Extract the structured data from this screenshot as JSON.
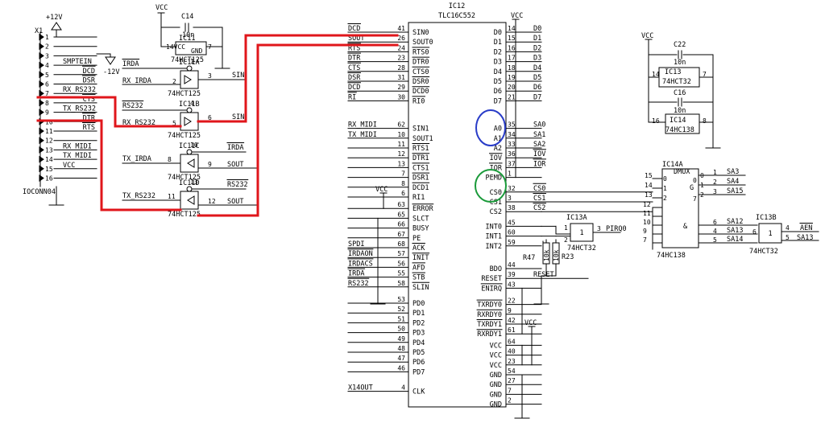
{
  "colors": {
    "ink": "#000000",
    "wire_red": "#e0161b",
    "ring_blue": "#2a3dc8",
    "ring_green": "#1a9a3a",
    "bg": "#ffffff"
  },
  "power": {
    "vcc": "VCC",
    "p12": "+12V",
    "m12": "-12V"
  },
  "connector": {
    "ref": "X1",
    "part": "IOCONN04",
    "pins": [
      {
        "n": "1",
        "sig": "",
        "ov": false
      },
      {
        "n": "2",
        "sig": "",
        "ov": false
      },
      {
        "n": "3",
        "sig": "",
        "ov": false
      },
      {
        "n": "4",
        "sig": "SMPTEIN",
        "ov": false
      },
      {
        "n": "5",
        "sig": "DCD",
        "ov": true
      },
      {
        "n": "6",
        "sig": "DSR",
        "ov": true
      },
      {
        "n": "7",
        "sig": "RX_RS232",
        "ov": false
      },
      {
        "n": "8",
        "sig": "CTS",
        "ov": true
      },
      {
        "n": "9",
        "sig": "TX_RS232",
        "ov": false
      },
      {
        "n": "10",
        "sig": "DTR",
        "ov": true
      },
      {
        "n": "11",
        "sig": "RTS",
        "ov": true
      },
      {
        "n": "12",
        "sig": "",
        "ov": false
      },
      {
        "n": "13",
        "sig": "RX_MIDI",
        "ov": false
      },
      {
        "n": "14",
        "sig": "TX_MIDI",
        "ov": false
      },
      {
        "n": "15",
        "sig": "VCC",
        "ov": false
      },
      {
        "n": "16",
        "sig": "",
        "ov": false
      }
    ]
  },
  "c14": {
    "ref": "C14",
    "val": "10n"
  },
  "ic11": {
    "ref": "IC11",
    "pin14": "14VCC",
    "gnd": "GND",
    "pin7": "7",
    "part": "74HCT125"
  },
  "buffers": [
    {
      "ref": "IC11A",
      "part": "74HCT125",
      "in_net": "IRDA",
      "in_ov": true,
      "in2_net": "RX_IRDA",
      "in2_ov": false,
      "out_net": "SIN",
      "out_ov": false,
      "ena_pin": "1",
      "in_pin": "2",
      "out_pin": "3",
      "dir": "right"
    },
    {
      "ref": "IC11B",
      "part": "74HCT125",
      "in_net": "RS232",
      "in_ov": true,
      "in2_net": "RX_RS232",
      "in2_ov": false,
      "out_net": "SIN",
      "out_ov": false,
      "ena_pin": "4",
      "in_pin": "5",
      "out_pin": "6",
      "dir": "right"
    },
    {
      "ref": "IC11C",
      "part": "74HCT125",
      "in_net": "TX_IRDA",
      "in_ov": false,
      "in2_net": "IRDA",
      "in2_ov": true,
      "out_net": "SOUT",
      "out_ov": false,
      "ena_pin": "10",
      "in_pin": "8",
      "out_pin": "9",
      "dir": "left"
    },
    {
      "ref": "IC11D",
      "part": "74HCT125",
      "in_net": "TX_RS232",
      "in_ov": false,
      "in2_net": "RS232",
      "in2_ov": true,
      "out_net": "SOUT",
      "out_ov": false,
      "ena_pin": "13",
      "in_pin": "11",
      "out_pin": "12",
      "dir": "left"
    }
  ],
  "ic12": {
    "ref": "IC12",
    "part": "TLC16C552",
    "left": [
      {
        "net": "DCD",
        "nov": true,
        "pin": "41",
        "name": "SIN0",
        "pov": false
      },
      {
        "net": "SOUT",
        "nov": false,
        "pin": "26",
        "name": "SOUT0",
        "pov": false
      },
      {
        "net": "RTS",
        "nov": true,
        "pin": "24",
        "name": "RTS0",
        "pov": true
      },
      {
        "net": "DTR",
        "nov": true,
        "pin": "23",
        "name": "DTR0",
        "pov": true
      },
      {
        "net": "CTS",
        "nov": true,
        "pin": "28",
        "name": "CTS0",
        "pov": true
      },
      {
        "net": "DSR",
        "nov": true,
        "pin": "31",
        "name": "DSR0",
        "pov": true
      },
      {
        "net": "DCD",
        "nov": true,
        "pin": "29",
        "name": "DCD0",
        "pov": true
      },
      {
        "net": "RI",
        "nov": true,
        "pin": "30",
        "name": "RI0",
        "pov": true
      },
      {
        "net": "RX_MIDI",
        "nov": false,
        "pin": "62",
        "name": "SIN1",
        "pov": false
      },
      {
        "net": "TX_MIDI",
        "nov": false,
        "pin": "10",
        "name": "SOUT1",
        "pov": false
      },
      {
        "net": "",
        "nov": false,
        "pin": "11",
        "name": "RTS1",
        "pov": true
      },
      {
        "net": "",
        "nov": false,
        "pin": "12",
        "name": "DTR1",
        "pov": true
      },
      {
        "net": "",
        "nov": false,
        "pin": "13",
        "name": "CTS1",
        "pov": true
      },
      {
        "net": "",
        "nov": false,
        "pin": "7",
        "name": "DSR1",
        "pov": true
      },
      {
        "net": "",
        "nov": false,
        "pin": "8",
        "name": "DCD1",
        "pov": true
      },
      {
        "net": "",
        "nov": false,
        "pin": "6",
        "name": "RI1",
        "pov": false
      },
      {
        "net": "",
        "nov": false,
        "pin": "63",
        "name": "ERROR",
        "pov": true
      },
      {
        "net": "",
        "nov": false,
        "pin": "65",
        "name": "SLCT",
        "pov": false
      },
      {
        "net": "",
        "nov": false,
        "pin": "66",
        "name": "BUSY",
        "pov": false
      },
      {
        "net": "",
        "nov": false,
        "pin": "67",
        "name": "PE",
        "pov": false
      },
      {
        "net": "SPDI",
        "nov": false,
        "pin": "68",
        "name": "ACK",
        "pov": true
      },
      {
        "net": "IRDAON",
        "nov": true,
        "pin": "57",
        "name": "INIT",
        "pov": true
      },
      {
        "net": "IRDACS",
        "nov": true,
        "pin": "56",
        "name": "AFD",
        "pov": true
      },
      {
        "net": "IRDA",
        "nov": true,
        "pin": "55",
        "name": "STB",
        "pov": true
      },
      {
        "net": "RS232",
        "nov": true,
        "pin": "58",
        "name": "SLIN",
        "pov": true
      },
      {
        "net": "",
        "nov": false,
        "pin": "53",
        "name": "PD0",
        "pov": false
      },
      {
        "net": "",
        "nov": false,
        "pin": "52",
        "name": "PD1",
        "pov": false
      },
      {
        "net": "",
        "nov": false,
        "pin": "51",
        "name": "PD2",
        "pov": false
      },
      {
        "net": "",
        "nov": false,
        "pin": "50",
        "name": "PD3",
        "pov": false
      },
      {
        "net": "",
        "nov": false,
        "pin": "49",
        "name": "PD4",
        "pov": false
      },
      {
        "net": "",
        "nov": false,
        "pin": "48",
        "name": "PD5",
        "pov": false
      },
      {
        "net": "",
        "nov": false,
        "pin": "47",
        "name": "PD6",
        "pov": false
      },
      {
        "net": "",
        "nov": false,
        "pin": "46",
        "name": "PD7",
        "pov": false
      },
      {
        "net": "X14OUT",
        "nov": false,
        "pin": "4",
        "name": "CLK",
        "pov": false
      }
    ],
    "right": [
      {
        "name": "D0",
        "pov": false,
        "pin": "14",
        "net": "D0",
        "nov": false
      },
      {
        "name": "D1",
        "pov": false,
        "pin": "15",
        "net": "D1",
        "nov": false
      },
      {
        "name": "D2",
        "pov": false,
        "pin": "16",
        "net": "D2",
        "nov": false
      },
      {
        "name": "D3",
        "pov": false,
        "pin": "17",
        "net": "D3",
        "nov": false
      },
      {
        "name": "D4",
        "pov": false,
        "pin": "18",
        "net": "D4",
        "nov": false
      },
      {
        "name": "D5",
        "pov": false,
        "pin": "19",
        "net": "D5",
        "nov": false
      },
      {
        "name": "D6",
        "pov": false,
        "pin": "20",
        "net": "D6",
        "nov": false
      },
      {
        "name": "D7",
        "pov": false,
        "pin": "21",
        "net": "D7",
        "nov": false
      },
      {
        "name": "A0",
        "pov": false,
        "pin": "35",
        "net": "SA0",
        "nov": false
      },
      {
        "name": "A1",
        "pov": false,
        "pin": "34",
        "net": "SA1",
        "nov": false
      },
      {
        "name": "A2",
        "pov": false,
        "pin": "33",
        "net": "SA2",
        "nov": false
      },
      {
        "name": "IOV",
        "pov": true,
        "pin": "36",
        "net": "IOV",
        "nov": true
      },
      {
        "name": "IOR",
        "pov": true,
        "pin": "37",
        "net": "IOR",
        "nov": true
      },
      {
        "name": "PEMD",
        "pov": false,
        "pin": "1",
        "net": "",
        "nov": false
      },
      {
        "name": "CS0",
        "pov": false,
        "pin": "32",
        "net": "CS0",
        "nov": true
      },
      {
        "name": "CS1",
        "pov": false,
        "pin": "3",
        "net": "CS1",
        "nov": true
      },
      {
        "name": "CS2",
        "pov": false,
        "pin": "38",
        "net": "CS2",
        "nov": true
      },
      {
        "name": "INT0",
        "pov": false,
        "pin": "45",
        "net": "",
        "nov": false
      },
      {
        "name": "INT1",
        "pov": false,
        "pin": "60",
        "net": "",
        "nov": false
      },
      {
        "name": "INT2",
        "pov": false,
        "pin": "59",
        "net": "",
        "nov": false
      },
      {
        "name": "BDO",
        "pov": false,
        "pin": "44",
        "net": "",
        "nov": false
      },
      {
        "name": "RESET",
        "pov": false,
        "pin": "39",
        "net": "RESET",
        "nov": false
      },
      {
        "name": "ENIRQ",
        "pov": true,
        "pin": "43",
        "net": "",
        "nov": false
      },
      {
        "name": "TXRDY0",
        "pov": true,
        "pin": "22",
        "net": "",
        "nov": false
      },
      {
        "name": "RXRDY0",
        "pov": true,
        "pin": "9",
        "net": "",
        "nov": false
      },
      {
        "name": "TXRDY1",
        "pov": true,
        "pin": "42",
        "net": "",
        "nov": false
      },
      {
        "name": "RXRDY1",
        "pov": true,
        "pin": "61",
        "net": "",
        "nov": false
      },
      {
        "name": "VCC",
        "pov": false,
        "pin": "64",
        "net": "",
        "nov": false
      },
      {
        "name": "VCC",
        "pov": false,
        "pin": "40",
        "net": "",
        "nov": false
      },
      {
        "name": "VCC",
        "pov": false,
        "pin": "23",
        "net": "",
        "nov": false
      },
      {
        "name": "GND",
        "pov": false,
        "pin": "54",
        "net": "",
        "nov": false
      },
      {
        "name": "GND",
        "pov": false,
        "pin": "27",
        "net": "",
        "nov": false
      },
      {
        "name": "GND",
        "pov": false,
        "pin": "7",
        "net": "",
        "nov": false
      },
      {
        "name": "GND",
        "pov": false,
        "pin": "2",
        "net": "",
        "nov": false
      }
    ]
  },
  "ic13a": {
    "ref": "IC13A",
    "part": "74HCT32",
    "in1": "1",
    "in2": "2",
    "out": "3",
    "out_net": "PIRQ0"
  },
  "resistors": [
    {
      "ref": "R47",
      "val": "10k"
    },
    {
      "ref": "R23",
      "val": "10k"
    }
  ],
  "c22": {
    "ref": "C22",
    "val": "10n",
    "ic": "IC13",
    "part": "74HCT32",
    "vp": "14",
    "gp": "7"
  },
  "c16": {
    "ref": "C16",
    "val": "10n",
    "ic": "IC14",
    "part": "74HC138",
    "vp": "16",
    "gp": "8"
  },
  "ic14a": {
    "ref": "IC14A",
    "title": "DMUX",
    "part": "74HC138",
    "g": "G",
    "o0": "0",
    "o7": "7",
    "amp": "&",
    "inputs": [
      {
        "net": "CS0",
        "pin": "15",
        "name": "0"
      },
      {
        "net": "CS1",
        "pin": "14",
        "name": "1"
      },
      {
        "net": "CS2",
        "pin": "13",
        "name": "2"
      }
    ],
    "left_pins": [
      "12",
      "11",
      "10",
      "9",
      "7"
    ],
    "enables": [
      {
        "pin": "6",
        "name": "6"
      },
      {
        "pin": "4",
        "name": "4"
      },
      {
        "pin": "5",
        "name": "5"
      }
    ],
    "outputs": [
      {
        "name": "0",
        "pin": "1",
        "net": "SA3"
      },
      {
        "name": "1",
        "pin": "2",
        "net": "SA4"
      },
      {
        "name": "2",
        "pin": "3",
        "net": "SA15"
      },
      {
        "name": "",
        "pin": "6",
        "net": "SA12"
      },
      {
        "name": "",
        "pin": "4",
        "net": "SA13"
      },
      {
        "name": "",
        "pin": "5",
        "net": "SA14"
      }
    ]
  },
  "ic13b": {
    "ref": "IC13B",
    "part": "74HCT32",
    "in1": "4",
    "in2": "5",
    "out": "6",
    "out_net": "AEN"
  }
}
